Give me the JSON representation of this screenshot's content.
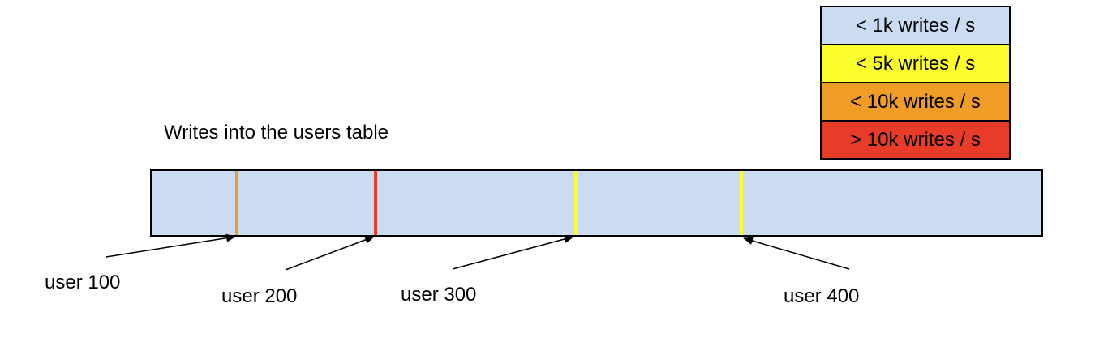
{
  "diagram": {
    "title": "Writes into the users table",
    "background_color": "#ffffff",
    "outline_color": "#000000",
    "text_color": "#000000"
  },
  "legend": {
    "items": [
      {
        "label": "< 1k writes / s",
        "color": "#cbdbf1"
      },
      {
        "label": "< 5k writes / s",
        "color": "#fdff2d"
      },
      {
        "label": "< 10k writes / s",
        "color": "#f09d28"
      },
      {
        "label": "> 10k writes / s",
        "color": "#e83c28"
      }
    ]
  },
  "bar": {
    "fill": "#cbdbf1",
    "stripes": [
      {
        "user": "user 100",
        "tier": "< 10k writes / s",
        "color": "#f09d28"
      },
      {
        "user": "user 200",
        "tier": "> 10k writes / s",
        "color": "#e83c28"
      },
      {
        "user": "user 300",
        "tier": "< 5k writes / s",
        "color": "#fdff2d"
      },
      {
        "user": "user 400",
        "tier": "< 5k writes / s",
        "color": "#fdff2d"
      }
    ]
  },
  "labels": [
    {
      "text": "user 100"
    },
    {
      "text": "user 200"
    },
    {
      "text": "user 300"
    },
    {
      "text": "user 400"
    }
  ]
}
